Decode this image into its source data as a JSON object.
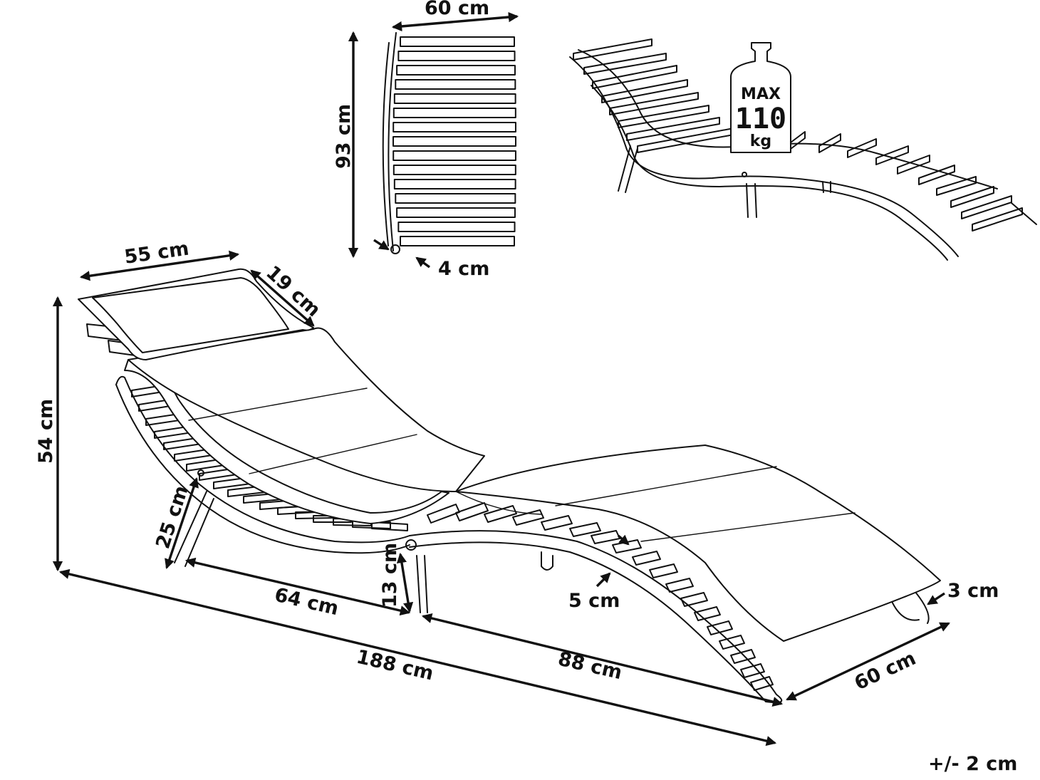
{
  "dimensions": {
    "top_width": "60 cm",
    "top_length": "93 cm",
    "top_thickness": "4 cm",
    "pillow_width": "55 cm",
    "pillow_depth": "19 cm",
    "height": "54 cm",
    "front_leg_height": "25 cm",
    "back_span": "64 cm",
    "mid_leg_height": "13 cm",
    "slat_gap": "5 cm",
    "frame_thickness": "3 cm",
    "front_span": "88 cm",
    "total_length": "188 cm",
    "width": "60 cm"
  },
  "weight_limit": {
    "prefix": "MAX",
    "value": "110",
    "unit": "kg"
  },
  "tolerance": "+/- 2 cm"
}
